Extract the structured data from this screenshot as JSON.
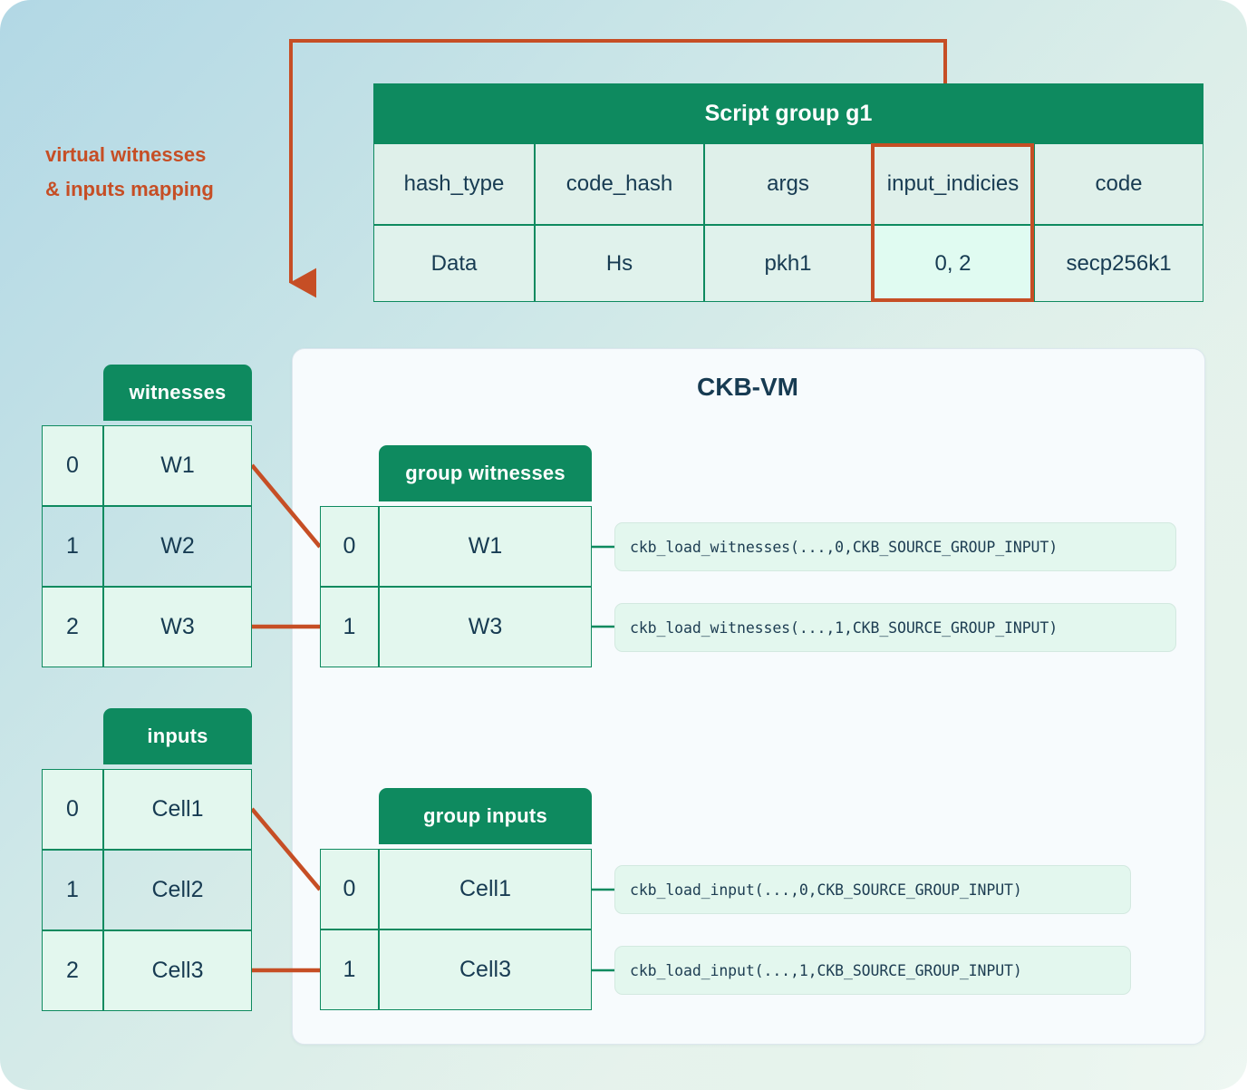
{
  "colors": {
    "green_dark": "#0e8a5f",
    "cell_mint": "#e3f7ee",
    "cell_mint_bright": "#e0fbf1",
    "accent_red": "#c64e25",
    "text_navy": "#173b52",
    "panel_bg": "#f7fbfd"
  },
  "note": {
    "line1": "virtual witnesses",
    "line2": "& inputs mapping"
  },
  "script_group": {
    "title": "Script group g1",
    "columns": [
      "hash_type",
      "code_hash",
      "args",
      "input_indicies",
      "code"
    ],
    "values": [
      "Data",
      "Hs",
      "pkh1",
      "0, 2",
      "secp256k1"
    ],
    "highlighted_column": "input_indicies"
  },
  "vm": {
    "title": "CKB-VM"
  },
  "witnesses": {
    "caption": "witnesses",
    "rows": [
      {
        "index": "0",
        "value": "W1"
      },
      {
        "index": "1",
        "value": "W2"
      },
      {
        "index": "2",
        "value": "W3"
      }
    ]
  },
  "group_witnesses": {
    "caption": "group witnesses",
    "rows": [
      {
        "index": "0",
        "value": "W1",
        "code": "ckb_load_witnesses(...,0,CKB_SOURCE_GROUP_INPUT)"
      },
      {
        "index": "1",
        "value": "W3",
        "code": "ckb_load_witnesses(...,1,CKB_SOURCE_GROUP_INPUT)"
      }
    ]
  },
  "inputs": {
    "caption": "inputs",
    "rows": [
      {
        "index": "0",
        "value": "Cell1"
      },
      {
        "index": "1",
        "value": "Cell2"
      },
      {
        "index": "2",
        "value": "Cell3"
      }
    ]
  },
  "group_inputs": {
    "caption": "group inputs",
    "rows": [
      {
        "index": "0",
        "value": "Cell1",
        "code": "ckb_load_input(...,0,CKB_SOURCE_GROUP_INPUT)"
      },
      {
        "index": "1",
        "value": "Cell3",
        "code": "ckb_load_input(...,1,CKB_SOURCE_GROUP_INPUT)"
      }
    ]
  }
}
